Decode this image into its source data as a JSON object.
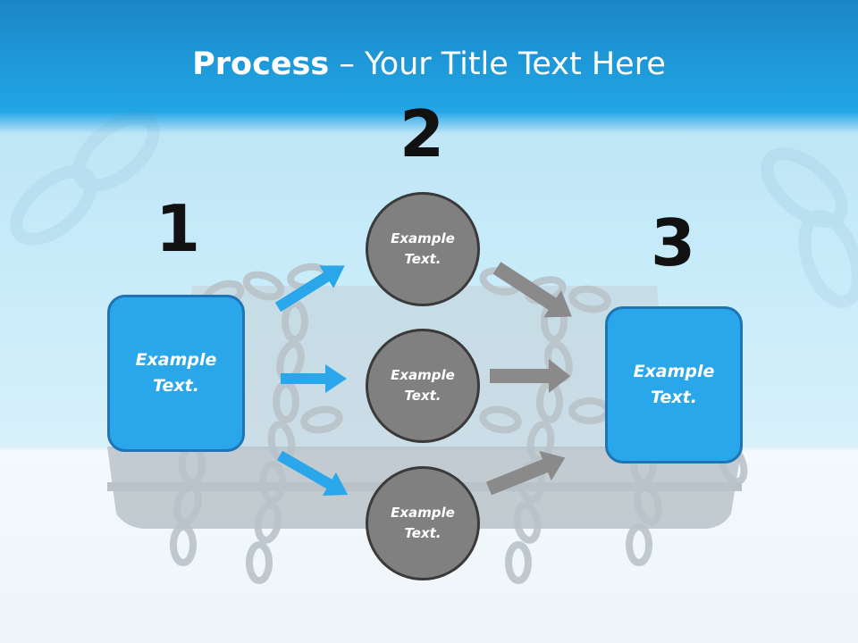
{
  "title": {
    "bold": "Process",
    "rest": " – Your Title Text Here"
  },
  "steps": {
    "one": "1",
    "two": "2",
    "three": "3"
  },
  "boxes": {
    "left": "Example Text.",
    "right": "Example Text."
  },
  "circles": {
    "top": "Example Text.",
    "middle": "Example Text.",
    "bottom": "Example Text."
  },
  "colors": {
    "header": "#1e98d8",
    "box_fill": "#2aa6ea",
    "circle_fill": "#808080",
    "blue_arrow": "#2aa6ea",
    "gray_arrow": "#8a8a8a"
  }
}
